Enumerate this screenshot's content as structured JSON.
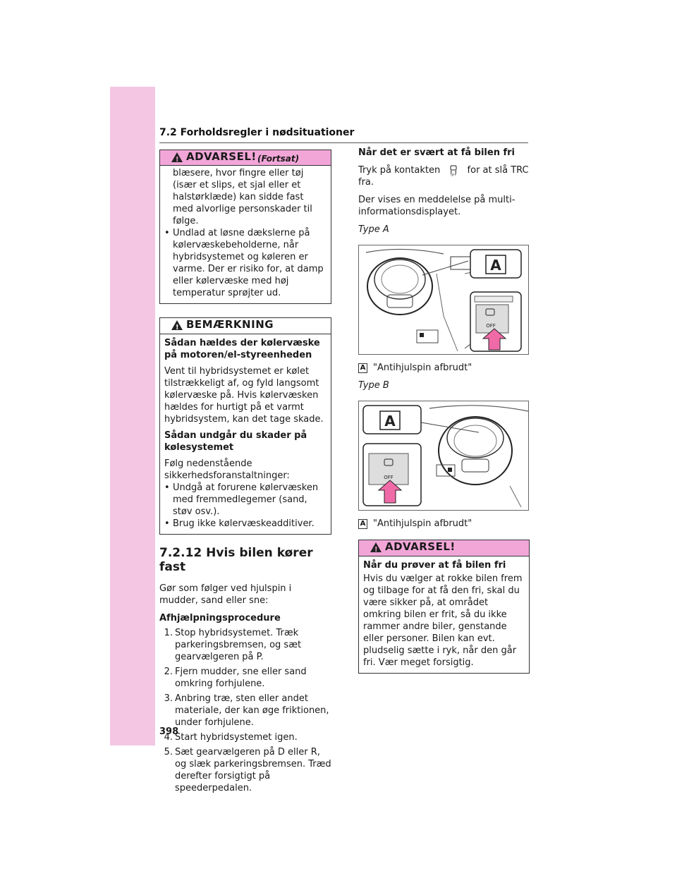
{
  "header": {
    "section": "7.2 Forholdsregler i nødsituationer"
  },
  "warning_box_1": {
    "title": "ADVARSEL!",
    "subtitle": "(Fortsat)",
    "continued_text": "blæsere, hvor fingre eller tøj (især et slips, et sjal eller et halstørklæde) kan sidde fast med alvorlige personskader til følge.",
    "bullet": "Undlad at løsne dækslerne på kølervæskebeholderne, når hybridsystemet og køleren er varme. Der er risiko for, at damp eller kølervæske med høj temperatur sprøjter ud."
  },
  "note_box": {
    "title": "BEMÆRKNING",
    "heading1": "Sådan hældes der kølervæske på motoren/el-styreenheden",
    "para1": "Vent til hybridsystemet er kølet tilstrækkeligt af, og fyld langsomt kølervæske på. Hvis kølervæsken hældes for hurtigt på et varmt hybridsystem, kan det tage skade.",
    "heading2": "Sådan undgår du skader på kølesystemet",
    "para2": "Følg nedenstående sikkerhedsforanstaltninger:",
    "bullets": [
      "Undgå at forurene kølervæsken med fremmedlegemer (sand, støv osv.).",
      "Brug ikke kølervæskeadditiver."
    ]
  },
  "section_title": "7.2.12  Hvis bilen kører fast",
  "intro": "Gør som følger ved hjulspin i mudder, sand eller sne:",
  "procedure_title": "Afhjælpningsprocedure",
  "steps": [
    {
      "n": "1.",
      "text": "Stop hybridsystemet. Træk parkeringsbremsen, og sæt gearvælgeren på P."
    },
    {
      "n": "2.",
      "text": "Fjern mudder, sne eller sand omkring forhjulene."
    },
    {
      "n": "3.",
      "text": "Anbring træ, sten eller andet materiale, der kan øge friktionen, under forhjulene."
    },
    {
      "n": "4.",
      "text": "Start hybridsystemet igen."
    },
    {
      "n": "5.",
      "text": "Sæt gearvælgeren på D eller R, og slæk parkeringsbremsen. Træd derefter forsigtigt på speederpedalen."
    }
  ],
  "right": {
    "heading": "Når det er svært at få bilen fri",
    "press_before": "Tryk på kontakten",
    "press_after": "for at slå TRC fra.",
    "display_msg": "Der vises en meddelelse på multi-informationsdisplayet.",
    "type_a": "Type A",
    "caption_a": "\"Antihjulspin afbrudt\"",
    "type_b": "Type B",
    "caption_b": "\"Antihjulspin afbrudt\"",
    "callout_letter": "A",
    "off_label": "OFF"
  },
  "warning_box_2": {
    "title": "ADVARSEL!",
    "heading": "Når du prøver at få bilen fri",
    "text": "Hvis du vælger at rokke bilen frem og tilbage for at få den fri, skal du være sikker på, at området omkring bilen er frit, så du ikke rammer andre biler, genstande eller personer. Bilen kan evt. pludselig sætte i ryk, når den går fri. Vær meget forsigtig."
  },
  "page_number": "398",
  "colors": {
    "accent_pink": "#f2a6d8",
    "side_tab": "#f4c6e4",
    "arrow_pink": "#f06aa8"
  }
}
